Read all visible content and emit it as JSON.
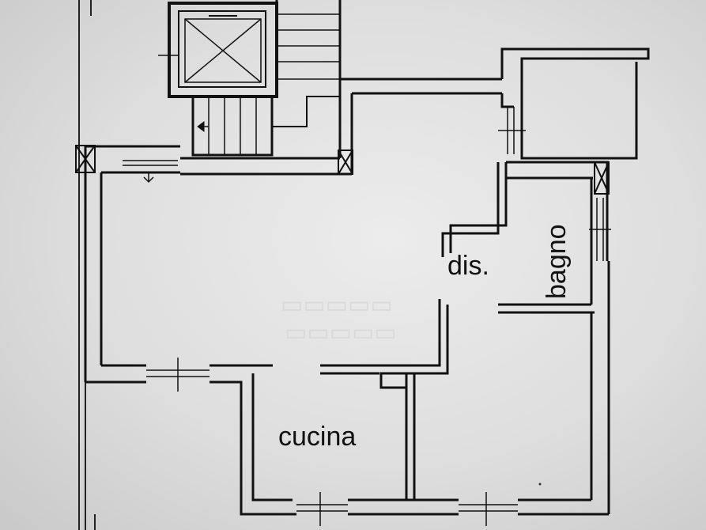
{
  "plan": {
    "labels": {
      "kitchen": "cucina",
      "hallway": "dis.",
      "bathroom": "bagno"
    }
  }
}
